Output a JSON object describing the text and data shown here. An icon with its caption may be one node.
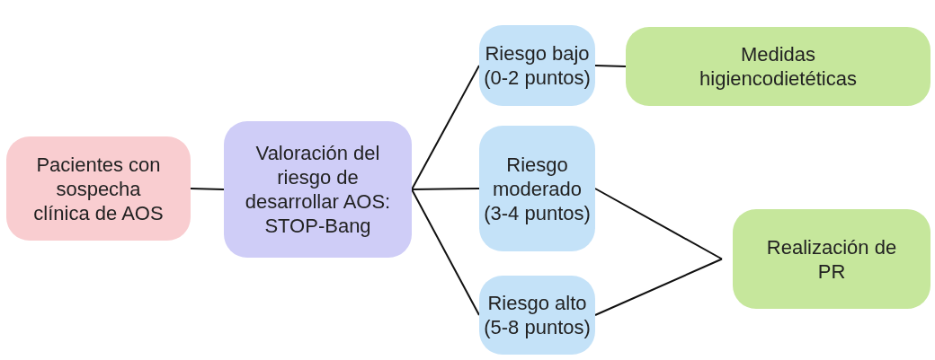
{
  "diagram": {
    "nodes": [
      {
        "text": [
          "Pacientes con sospecha clínica de AOS"
        ]
      },
      {
        "text": [
          "Valoración del riesgo de desarrollar AOS: STOP-Bang"
        ]
      },
      {
        "text": [
          "Riesgo bajo (0-2 puntos)"
        ]
      },
      {
        "text": [
          "Riesgo moderado (3-4 puntos)"
        ]
      },
      {
        "text": [
          "Riesgo alto (5-8 puntos)"
        ]
      },
      {
        "text": [
          "Medidas higiencodietéticas"
        ]
      },
      {
        "text": [
          "Realización de PR"
        ]
      }
    ],
    "edges": [
      {
        "from": 0,
        "to": 1,
        "arrow": "none"
      },
      {
        "from": 1,
        "to": 2,
        "arrow": "none"
      },
      {
        "from": 1,
        "to": 3,
        "arrow": "none"
      },
      {
        "from": 1,
        "to": 4,
        "arrow": "none"
      },
      {
        "from": 2,
        "to": 5,
        "arrow": "none"
      },
      {
        "from": 3,
        "to": 6,
        "arrow": "none"
      },
      {
        "from": 4,
        "to": 6,
        "arrow": "none"
      }
    ]
  }
}
